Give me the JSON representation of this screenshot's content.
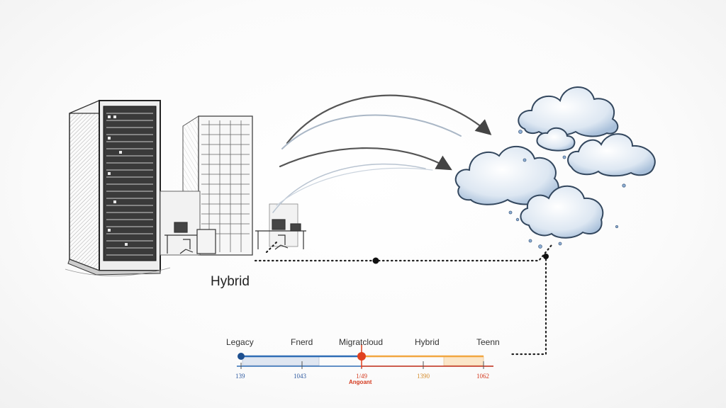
{
  "diagram": {
    "caption": "Hybrid",
    "icons": {
      "server": "server-rack-icon",
      "building": "office-building-icon",
      "office": "office-desks-icon",
      "cloud": "cloud-cluster-icon"
    }
  },
  "timeline": {
    "labels": [
      "Legacy",
      "Fnerd",
      "Migratcloud",
      "Hybrid",
      "Teenn"
    ],
    "tick_labels": [
      "139",
      "1043",
      "1/49",
      "1390",
      "1062"
    ],
    "marker_label": "Angoant",
    "colors": {
      "blue": "#2f6db5",
      "orange": "#f2a640",
      "red": "#e0411f"
    }
  }
}
